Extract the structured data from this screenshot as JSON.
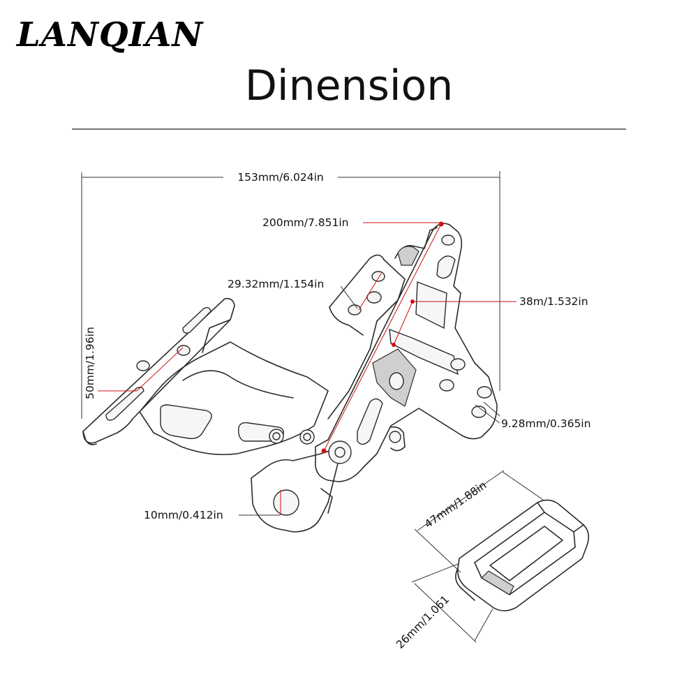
{
  "brand": "LANQIAN",
  "title": "Dinension",
  "dimensions": {
    "width": "153mm/6.024in",
    "length": "200mm/7.851in",
    "hole_spacing": "29.32mm/1.154in",
    "slot": "38m/1.532in",
    "plate_height": "50mm/1.96in",
    "hole_dia": "9.28mm/0.365in",
    "clamp_dia": "10mm/0.412in",
    "reflector_length": "47mm/1.88in",
    "reflector_width": "26mm/1.061"
  },
  "colors": {
    "annotation": "#d01010",
    "line": "#2a2a2a"
  }
}
